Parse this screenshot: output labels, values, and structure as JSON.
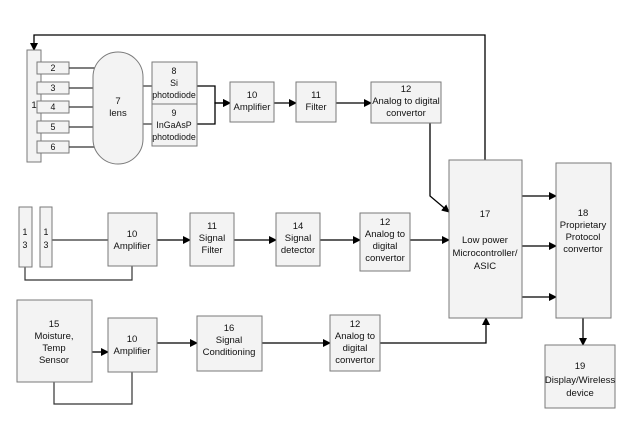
{
  "blocks": {
    "b1": "1",
    "b2": "2",
    "b3": "3",
    "b4": "4",
    "b5": "5",
    "b6": "6",
    "lens": [
      "7",
      "lens"
    ],
    "si": [
      "8",
      "Si",
      "photodiode"
    ],
    "ingaasp": [
      "9",
      "InGaAsP",
      "photodiode"
    ],
    "amp_top": [
      "10",
      "Amplifier"
    ],
    "filter_top": [
      "11",
      "Filter"
    ],
    "adc_top": [
      "12",
      "Analog to digital",
      "convertor"
    ],
    "s13a": [
      "1",
      "3"
    ],
    "s13b": [
      "1",
      "3"
    ],
    "amp_mid": [
      "10",
      "Amplifier"
    ],
    "sigfilter": [
      "11",
      "Signal",
      "Filter"
    ],
    "sigdet": [
      "14",
      "Signal",
      "detector"
    ],
    "adc_mid": [
      "12",
      "Analog to",
      "digital",
      "convertor"
    ],
    "moisture": [
      "15",
      "Moisture,",
      "Temp",
      "Sensor"
    ],
    "amp_bot": [
      "10",
      "Amplifier"
    ],
    "sigcond": [
      "16",
      "Signal",
      "Conditioning"
    ],
    "adc_bot": [
      "12",
      "Analog to",
      "digital",
      "convertor"
    ],
    "mcu": [
      "17",
      "Low power",
      "Microcontroller/",
      "ASIC"
    ],
    "protocol": [
      "18",
      "Proprietary",
      "Protocol",
      "convertor"
    ],
    "display": [
      "19",
      "Display/Wireless",
      "device"
    ]
  }
}
